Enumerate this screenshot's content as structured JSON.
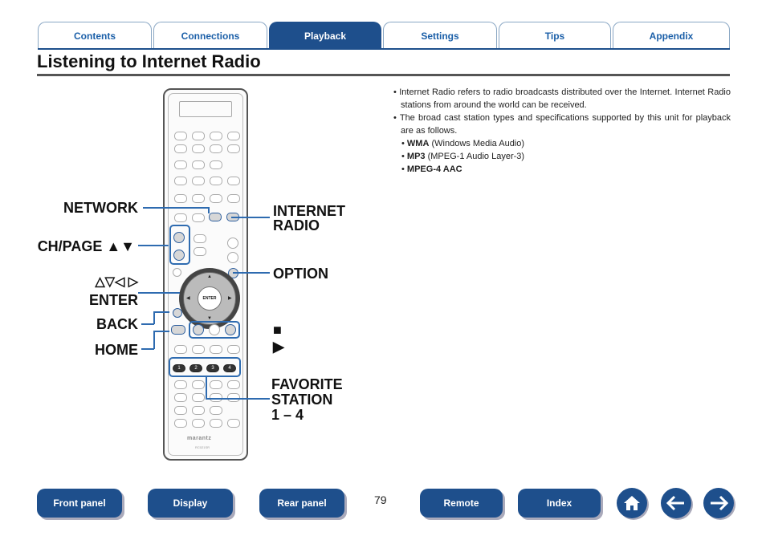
{
  "tabs": [
    "Contents",
    "Connections",
    "Playback",
    "Settings",
    "Tips",
    "Appendix"
  ],
  "active_tab": "Playback",
  "title": "Listening to Internet Radio",
  "notes": [
    "Internet Radio refers to radio broadcasts distributed over the Internet. Internet Radio stations from around the world can be received.",
    "The broad cast station types and specifications supported by this unit for playback are as follows."
  ],
  "formats": [
    {
      "name": "WMA",
      "desc": "(Windows Media Audio)"
    },
    {
      "name": "MP3",
      "desc": "(MPEG-1 Audio Layer-3)"
    },
    {
      "name": "MPEG-4 AAC",
      "desc": ""
    }
  ],
  "callouts": {
    "network": "NETWORK",
    "ch_page": "CH/PAGE ▲▼",
    "arrows": "△▽◁ ▷",
    "enter": "ENTER",
    "back": "BACK",
    "home": "HOME",
    "internet_radio_1": "INTERNET",
    "internet_radio_2": "RADIO",
    "option": "OPTION",
    "stop": "■",
    "play": "▶",
    "favorite_1": "FAVORITE",
    "favorite_2": "STATION",
    "favorite_3": "1 – 4"
  },
  "remote": {
    "brand": "marantz",
    "model": "RC021SR",
    "enter_label": "ENTER",
    "favorite_keys": [
      "1",
      "2",
      "3",
      "4"
    ]
  },
  "bottom_nav": {
    "front_panel": "Front panel",
    "display": "Display",
    "rear_panel": "Rear panel",
    "remote": "Remote",
    "index": "Index"
  },
  "page_number": "79",
  "colors": {
    "accent": "#1e4f8c",
    "callout_line": "#2e6bb0"
  }
}
